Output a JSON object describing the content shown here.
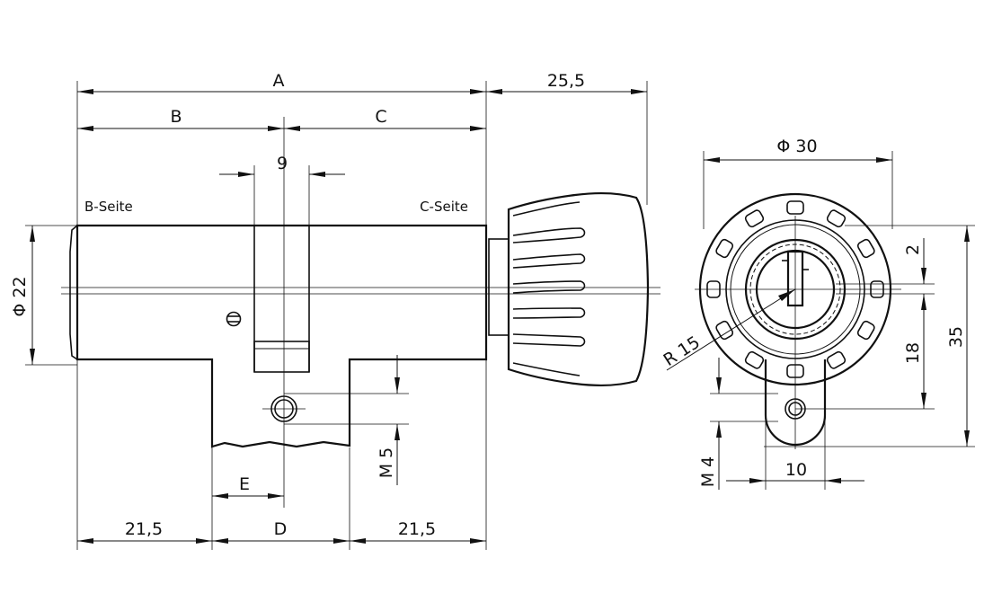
{
  "side_view": {
    "dim_A": "A",
    "dim_B": "B",
    "dim_C": "C",
    "dim_knob": "25,5",
    "dim_cam": "9",
    "dim_dia": "Φ 22",
    "label_b_side": "B-Seite",
    "label_c_side": "C-Seite",
    "dim_screw": "M 5",
    "dim_E": "E",
    "dim_left": "21,5",
    "dim_D": "D",
    "dim_right": "21,5"
  },
  "front_view": {
    "dim_dia": "Φ 30",
    "dim_2": "2",
    "dim_18": "18",
    "dim_35": "35",
    "dim_radius": "R 15",
    "dim_thread": "M 4",
    "dim_10": "10"
  }
}
